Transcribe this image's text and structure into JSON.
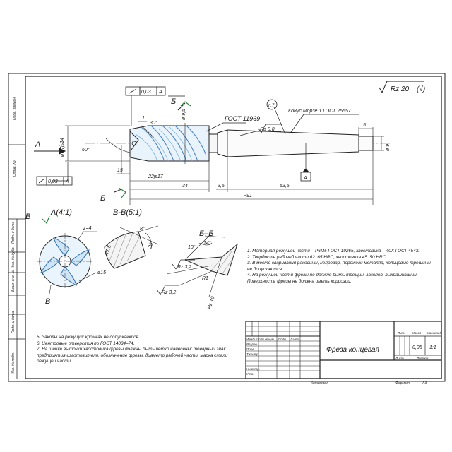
{
  "roughness": {
    "general": "Rz 20",
    "bracket": "(√)"
  },
  "tolerances": {
    "runout_top": "0,03",
    "runout_top_datum": "A",
    "runout_left": "0,03",
    "runout_left_datum": "A",
    "datum_a": "A"
  },
  "arrows": {
    "view_a": "A",
    "view_v": "В",
    "view_v2": "В",
    "section_b_top": "Б",
    "section_b_bottom": "Б"
  },
  "dimensions": {
    "d_shank": "ø 17js14",
    "d_neck": "ø 9,5",
    "angle_60": "60°",
    "angle_30": "30°",
    "len_1": "1",
    "len_15": "15",
    "len_22": "22js17",
    "len_34": "34",
    "len_35": "3,5",
    "len_535": "53,5",
    "len_total": "~91",
    "len_5": "5",
    "d_9": "ø 9",
    "gost_center": "ГОСТ 11969",
    "rz_neck": "Ra 0,8",
    "taper": "Конус Морзе 1 ГОСТ 25557",
    "note_ref": "п.7"
  },
  "views": {
    "view_a_title": "A(4:1)",
    "z_count": "z=4",
    "d_15": "ø15",
    "section_v_title": "В-В(5:1)",
    "r15": "R1,5",
    "angle_8": "8°",
    "angle_30s": "30°",
    "section_b_title": "Б–Б",
    "rz32a": "Rz 3,2",
    "rz32b": "Rz 3,2",
    "rz10": "Rz 10",
    "r1": "R1",
    "angle_14": "14°",
    "angle_10": "10°"
  },
  "requirements": [
    "1. Материал режущей части – Р6М5 ГОСТ 19265, хвостовика – 40Х ГОСТ 4543.",
    "2. Твердость рабочей части 62..65 HRC, хвостовика 45..50 HRC.",
    "3. В месте сваривания раковины, непровар, пережоги металла, кольцевые трещины не допускаются.",
    "4. На режущей части фрезы не должно быть трещин, заколов, выкрашиваний. Поверхность фрезы не должна иметь коррозии."
  ],
  "requirements2": [
    "5. Заколы на режущих кромках не допускаются.",
    "6. Центровые отверстия по ГОСТ 14034–74.",
    "7. На шейке выточки хвостовика фрезы должны быть четко нанесены: товарный знак предприятия-изготовителя, обозначение фрезы, диаметр рабочей части, марка стали режущей части."
  ],
  "side_labels": [
    "Перв. примен.",
    "Справ. №",
    "Подп. и дата",
    "Инв. № дубл.",
    "Взам. инв. №",
    "Подп. и дата",
    "Инв. № подл."
  ],
  "title_block": {
    "name": "Фреза концевая",
    "col_izm": "Изм",
    "col_list": "Лист",
    "col_ndoc": "№ докум.",
    "col_podp": "Подп.",
    "col_data": "Дата",
    "razrab": "Разраб.",
    "prov": "Пров.",
    "tkontr": "Т.контр.",
    "nkontr": "Н.контр.",
    "utv": "Утв.",
    "lit": "Лит.",
    "massa": "Масса",
    "masshtab": "Масштаб",
    "mass_value": "0,05",
    "scale_value": "1:1",
    "sheet": "Лист",
    "sheets": "Листов",
    "sheets_value": "1",
    "kopiroval": "Копировал",
    "format": "Формат",
    "format_value": "А3"
  }
}
